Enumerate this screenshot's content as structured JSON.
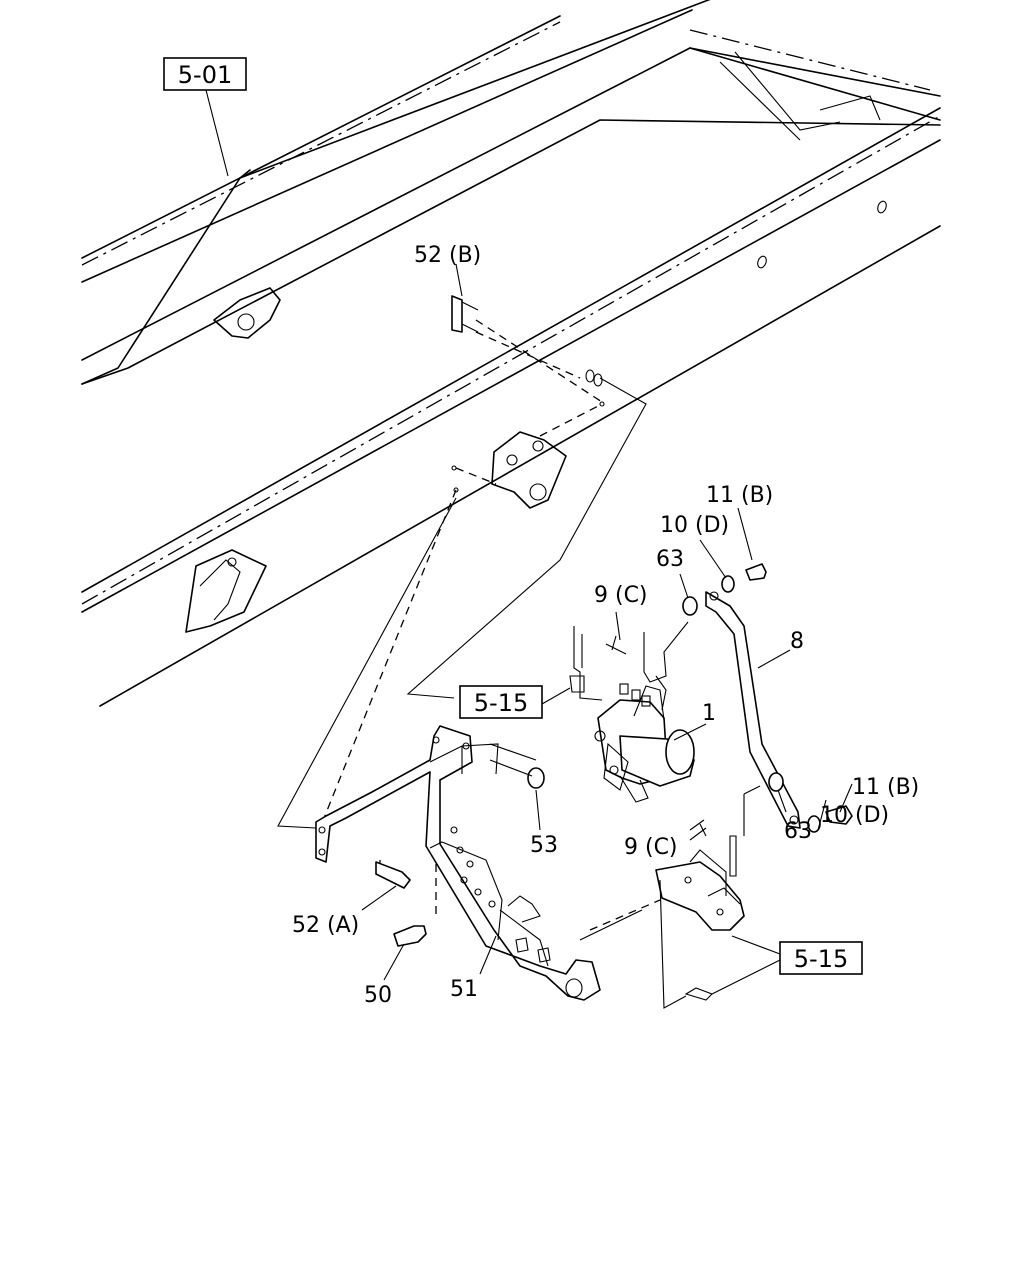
{
  "refs": {
    "frame": "5-01",
    "connector_top": "5-15",
    "connector_bottom": "5-15"
  },
  "callouts": {
    "c52b": "52 (B)",
    "c11b_top": "11 (B)",
    "c10d_top": "10 (D)",
    "c63_top": "63",
    "c9c_top": "9 (C)",
    "c8": "8",
    "c1": "1",
    "c53": "53",
    "c11b_bottom": "11 (B)",
    "c10d_bottom": "10 (D)",
    "c63_bottom": "63",
    "c9c_bottom": "9 (C)",
    "c52a": "52 (A)",
    "c50": "50",
    "c51": "51"
  }
}
